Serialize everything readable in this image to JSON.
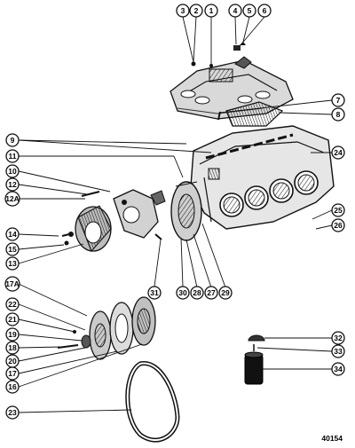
{
  "diagram_id": "40154",
  "callouts": [
    "3",
    "2",
    "1",
    "4",
    "5",
    "6",
    "7",
    "8",
    "9",
    "24",
    "11",
    "10",
    "12",
    "12A",
    "25",
    "26",
    "14",
    "15",
    "13",
    "31",
    "30",
    "28",
    "27",
    "29",
    "17A",
    "22",
    "21",
    "19",
    "18",
    "20",
    "17",
    "16",
    "32",
    "33",
    "34",
    "23"
  ],
  "parts": [
    "intake-manifold",
    "cylinder-block",
    "water-pump",
    "pulley",
    "balancer",
    "flywheel",
    "belt",
    "oil-filter"
  ]
}
